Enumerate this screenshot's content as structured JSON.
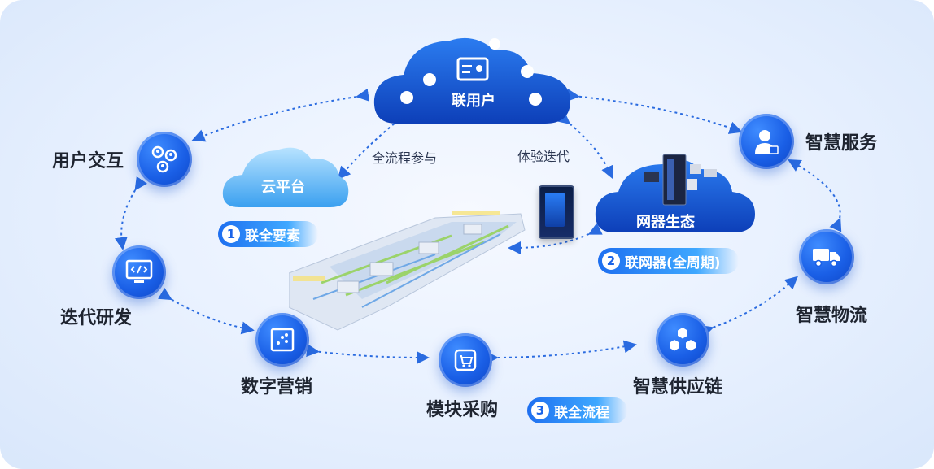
{
  "clouds": {
    "users": "联用户",
    "cloud_platform": "云平台",
    "device_eco": "网器生态"
  },
  "nodes": {
    "user_interaction": "用户交互",
    "iterative_rd": "迭代研发",
    "digital_marketing": "数字营销",
    "module_procurement": "模块采购",
    "smart_supply_chain": "智慧供应链",
    "smart_logistics": "智慧物流",
    "smart_service": "智慧服务"
  },
  "flows": {
    "full_participation": "全流程参与",
    "experience_iteration": "体验迭代"
  },
  "tags": [
    {
      "num": "1",
      "text": "联全要素"
    },
    {
      "num": "2",
      "text": "联网器(全周期)"
    },
    {
      "num": "3",
      "text": "联全流程"
    }
  ],
  "colors": {
    "primary_blue": "#1a5fe6",
    "light_blue": "#3ea8ff",
    "label_text": "#1e2430",
    "background": "#e3edfc"
  },
  "icons": {
    "users_cloud": "user-profile-card-icon",
    "user_interaction": "user-network-icon",
    "iterative_rd": "monitor-code-icon",
    "digital_marketing": "chart-board-icon",
    "module_procurement": "shopping-cart-icon",
    "smart_supply_chain": "cube-network-icon",
    "smart_logistics": "truck-icon",
    "smart_service": "service-agent-icon"
  }
}
